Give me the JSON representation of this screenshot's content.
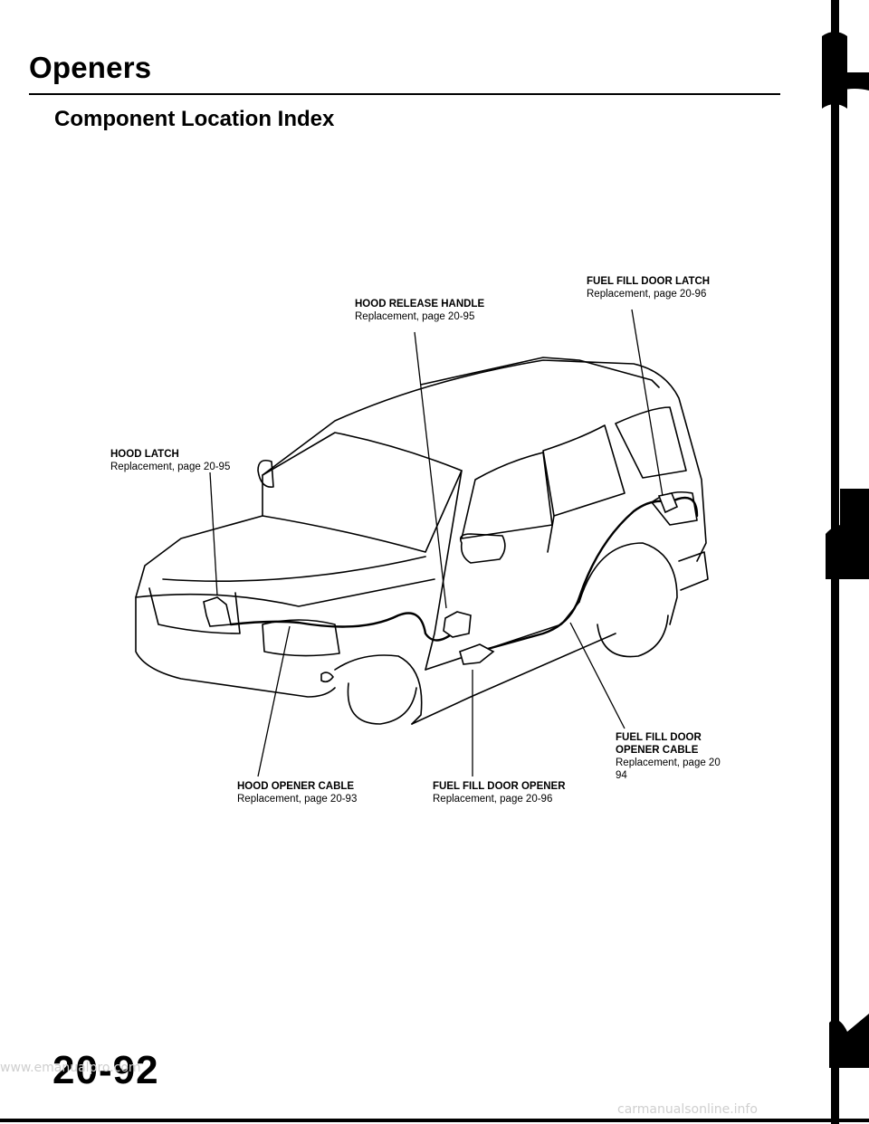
{
  "header": {
    "title": "Openers",
    "subtitle": "Component Location Index"
  },
  "callouts": {
    "fuel_fill_door_latch": {
      "name": "FUEL FILL DOOR LATCH",
      "ref": "Replacement, page 20-96"
    },
    "hood_release_handle": {
      "name": "HOOD RELEASE HANDLE",
      "ref": "Replacement, page 20-95"
    },
    "hood_latch": {
      "name": "HOOD LATCH",
      "ref": "Replacement, page 20-95"
    },
    "fuel_fill_door_opener_cable": {
      "name": "FUEL FILL DOOR OPENER CABLE",
      "ref": "Replacement, page 20 94"
    },
    "hood_opener_cable": {
      "name": "HOOD OPENER CABLE",
      "ref": "Replacement, page 20-93"
    },
    "fuel_fill_door_opener": {
      "name": "FUEL FILL DOOR OPENER",
      "ref": "Replacement, page 20-96"
    }
  },
  "footer": {
    "page_number": "20-92",
    "watermark_left": "www.emanualpro.com",
    "watermark_right": "carmanualsonline.info"
  }
}
